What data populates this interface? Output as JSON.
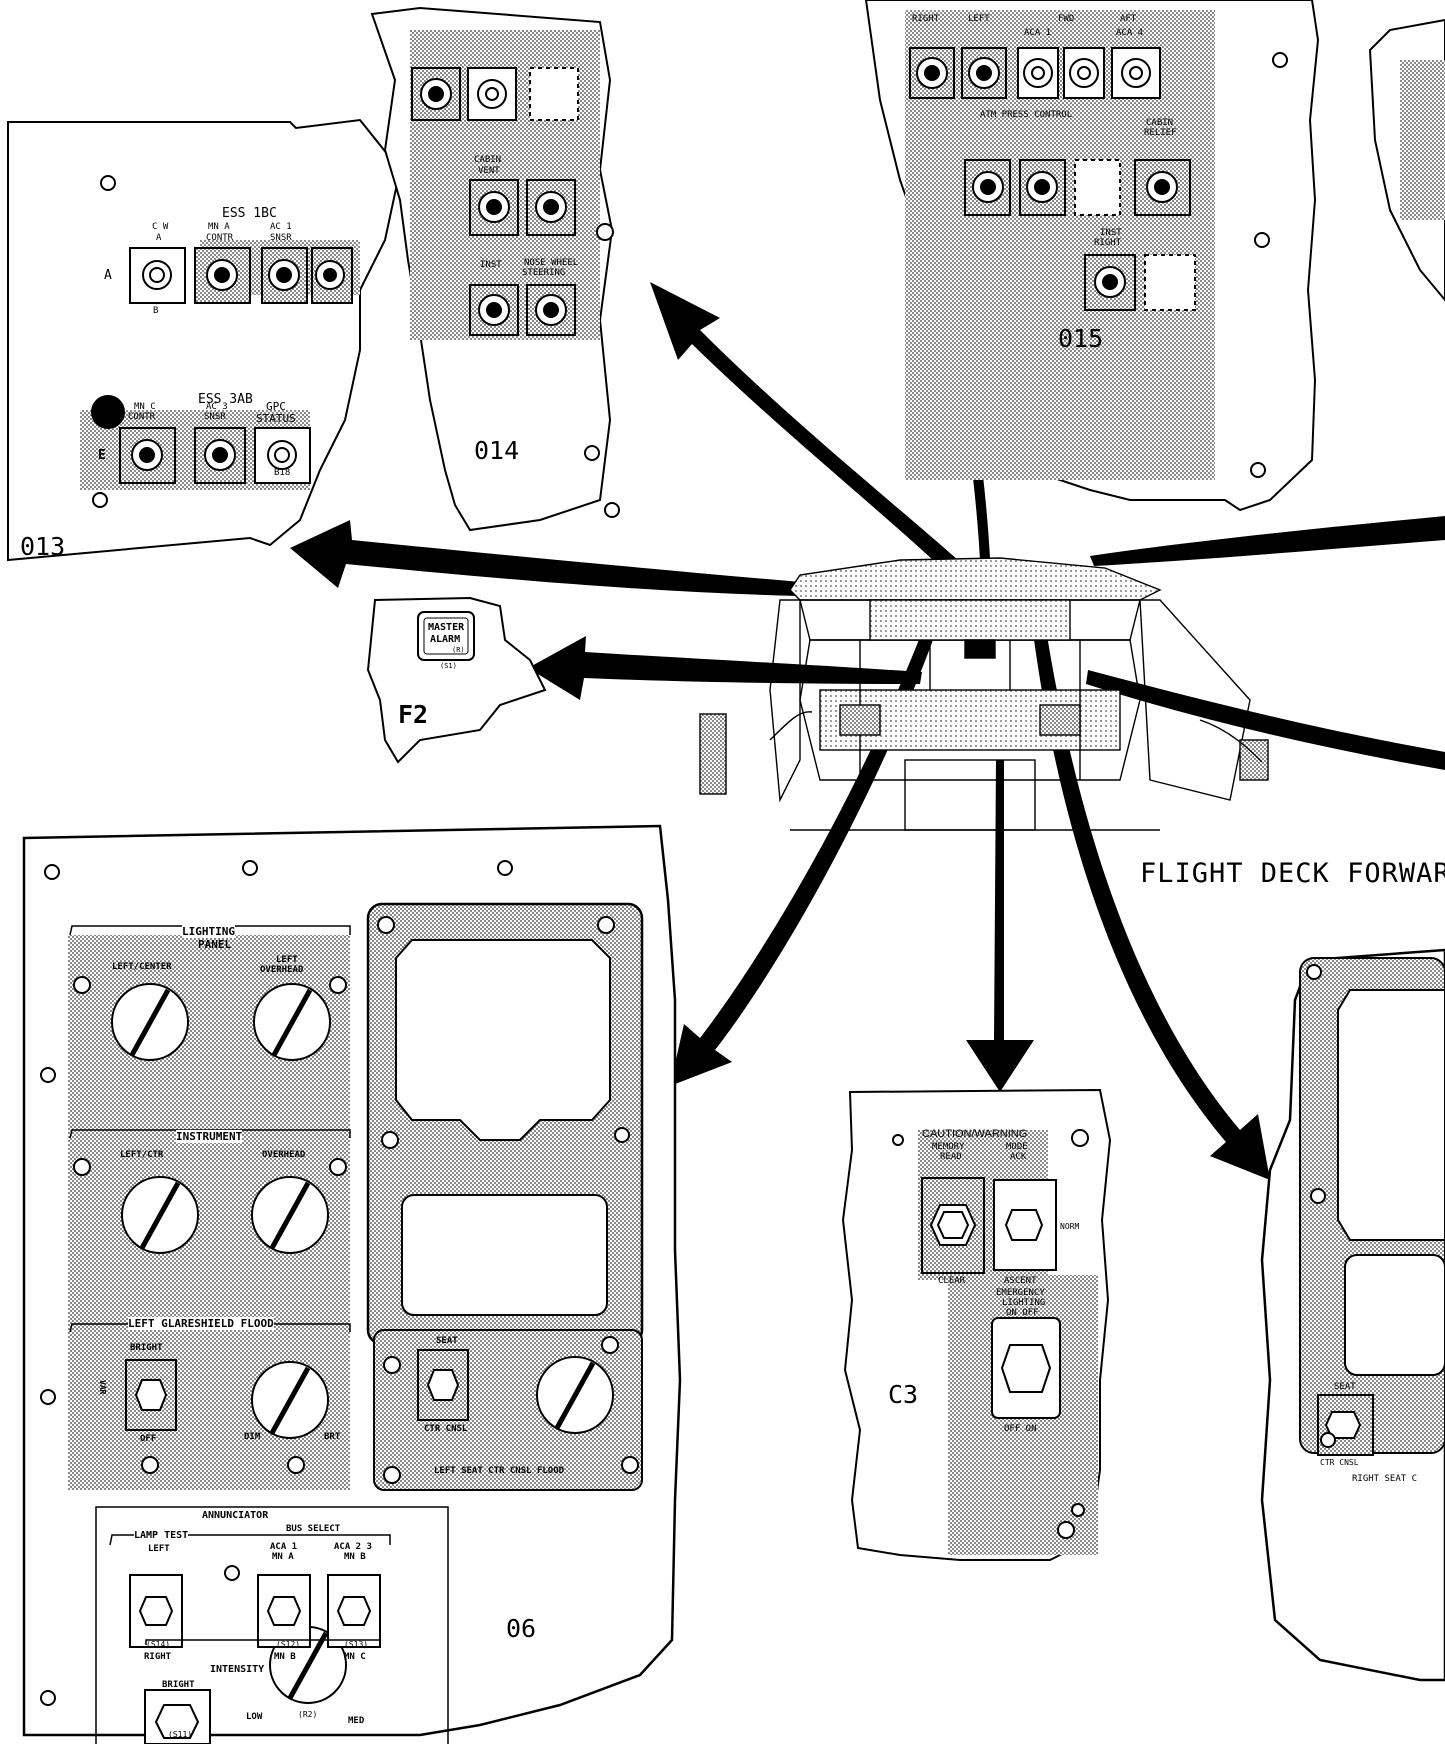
{
  "diagram": {
    "caption": "FLIGHT DECK FORWARD",
    "panel_ids": {
      "o13": "013",
      "o14": "014",
      "o15": "015",
      "f2": "F2",
      "c3": "C3",
      "o6": "06"
    },
    "colors": {
      "ink": "#000000",
      "paper": "#ffffff",
      "shade": "#d4d4d4"
    }
  },
  "panel_o13": {
    "ess_1bc": "ESS 1BC",
    "row_a": "A",
    "cw_a": "C W",
    "cw_a2": "A",
    "mn_a_contr": "MN A",
    "mn_a_contr2": "CONTR",
    "ac1_snsr": "AC 1",
    "ac1_snsr2": "SNSR",
    "ess_ab": "ESS 3AB",
    "row_e": "E",
    "mn_c_contr": "MN C",
    "mn_c_contr2": "CONTR",
    "ac3_snsr": "AC 3",
    "ac3_snsr2": "SNSR",
    "gpc_status": "GPC",
    "gpc_status2": "STATUS",
    "b": "B",
    "b18": "B18"
  },
  "panel_o14": {
    "l1": "CABIN",
    "l2": "VENT",
    "l3": "INST",
    "l4": "NOSE WHEEL",
    "l5": "STEERING"
  },
  "panel_o15": {
    "r1": "RIGHT",
    "r2": "LEFT",
    "fwd": "FWD",
    "aft": "AFT",
    "aca1": "ACA 1",
    "aca4": "ACA 4",
    "atm": "ATM PRESS CONTROL",
    "cabin_relief": "CABIN",
    "cabin_relief2": "RELIEF",
    "inst": "INST",
    "right": "RIGHT"
  },
  "panel_f2": {
    "master": "MASTER",
    "alarm": "ALARM",
    "r": "(R)",
    "s1": "(S1)"
  },
  "panel_c3": {
    "cw": "CAUTION/WARNING",
    "memory": "MEMORY",
    "read": "READ",
    "mode": "MODE",
    "ack": "ACK",
    "norm": "NORM",
    "clear": "CLEAR",
    "ascent": "ASCENT",
    "emergency": "EMERGENCY",
    "lighting": "LIGHTING",
    "onoff": "ON OFF",
    "off_on": "OFF  ON"
  },
  "panel_o6": {
    "lighting": "LIGHTING",
    "panel": "PANEL",
    "left_center": "LEFT/CENTER",
    "left_overhead": "LEFT",
    "left_overhead2": "OVERHEAD",
    "instrument": "INSTRUMENT",
    "left_ctr": "LEFT/CTR",
    "overhead": "OVERHEAD",
    "glareshield": "LEFT GLARESHIELD FLOOD",
    "bright": "BRIGHT",
    "off": "OFF",
    "brt": "BRT",
    "dim": "DIM",
    "var": "VAR",
    "seat": "SEAT",
    "ctr_cnsl": "CTR CNSL",
    "left_seat": "LEFT SEAT CTR CNSL FLOOD",
    "annunciator": "ANNUNCIATOR",
    "lamp_test": "LAMP TEST",
    "left": "LEFT",
    "right": "RIGHT",
    "bus_select": "BUS SELECT",
    "aca1": "ACA 1",
    "aca23": "ACA 2 3",
    "mn_a": "MN A",
    "mn_b": "MN B",
    "mn_b2": "MN B",
    "mn_c": "MN C",
    "intensity": "INTENSITY",
    "bright2": "BRIGHT",
    "low": "LOW",
    "med": "MED",
    "r2": "(R2)",
    "s14": "(S14)",
    "s12": "(S12)",
    "s13": "(S13)",
    "s11": "(S11)"
  },
  "panel_right": {
    "seat": "SEAT",
    "ctr_cnsl": "CTR CNSL",
    "right_seat": "RIGHT SEAT C"
  }
}
